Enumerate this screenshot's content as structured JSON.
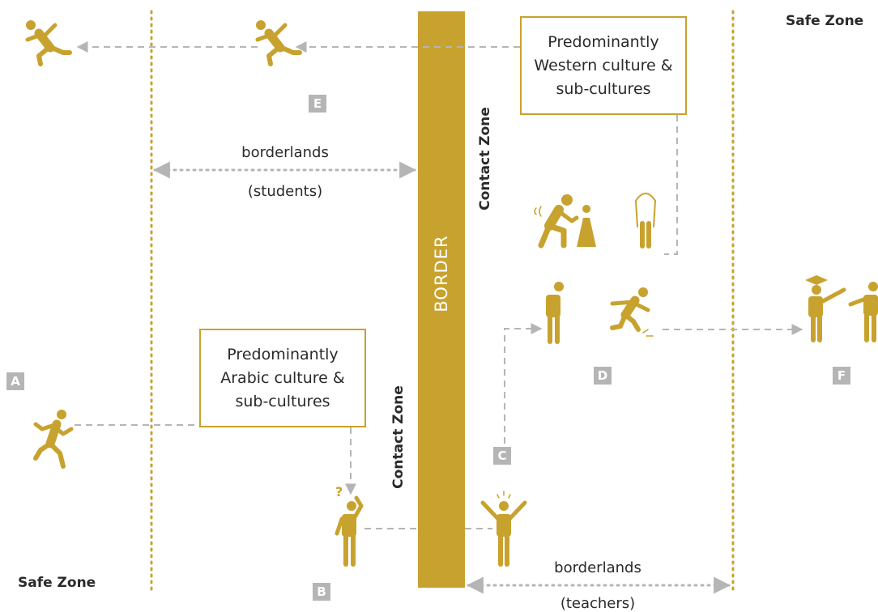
{
  "colors": {
    "gold": "#c8a22e",
    "connector": "#b5b5b5",
    "text": "#2a2a2a"
  },
  "zones": {
    "safe_zone_top": "Safe Zone",
    "safe_zone_bottom": "Safe Zone"
  },
  "border": {
    "label": "BORDER"
  },
  "contact_zones": {
    "right_of_border": "Contact Zone",
    "left_of_border": "Contact Zone"
  },
  "borderlands": {
    "students": {
      "line1": "borderlands",
      "line2": "(students)"
    },
    "teachers": {
      "line1": "borderlands",
      "line2": "(teachers)"
    }
  },
  "culture_boxes": {
    "western": {
      "line1": "Predominantly",
      "line2": "Western culture &",
      "line3": "sub-cultures"
    },
    "arabic": {
      "line1": "Predominantly",
      "line2": "Arabic culture &",
      "line3": "sub-cultures"
    }
  },
  "markers": {
    "a": "A",
    "b": "B",
    "c": "C",
    "d": "D",
    "e": "E",
    "f": "F"
  },
  "icons": [
    "running-person-icon",
    "falling-person-icon",
    "confused-person-icon",
    "excited-person-icon",
    "praying-person-icon",
    "veiled-woman-icon",
    "standing-person-icon",
    "tripping-person-icon",
    "graduate-teaching-icon"
  ]
}
